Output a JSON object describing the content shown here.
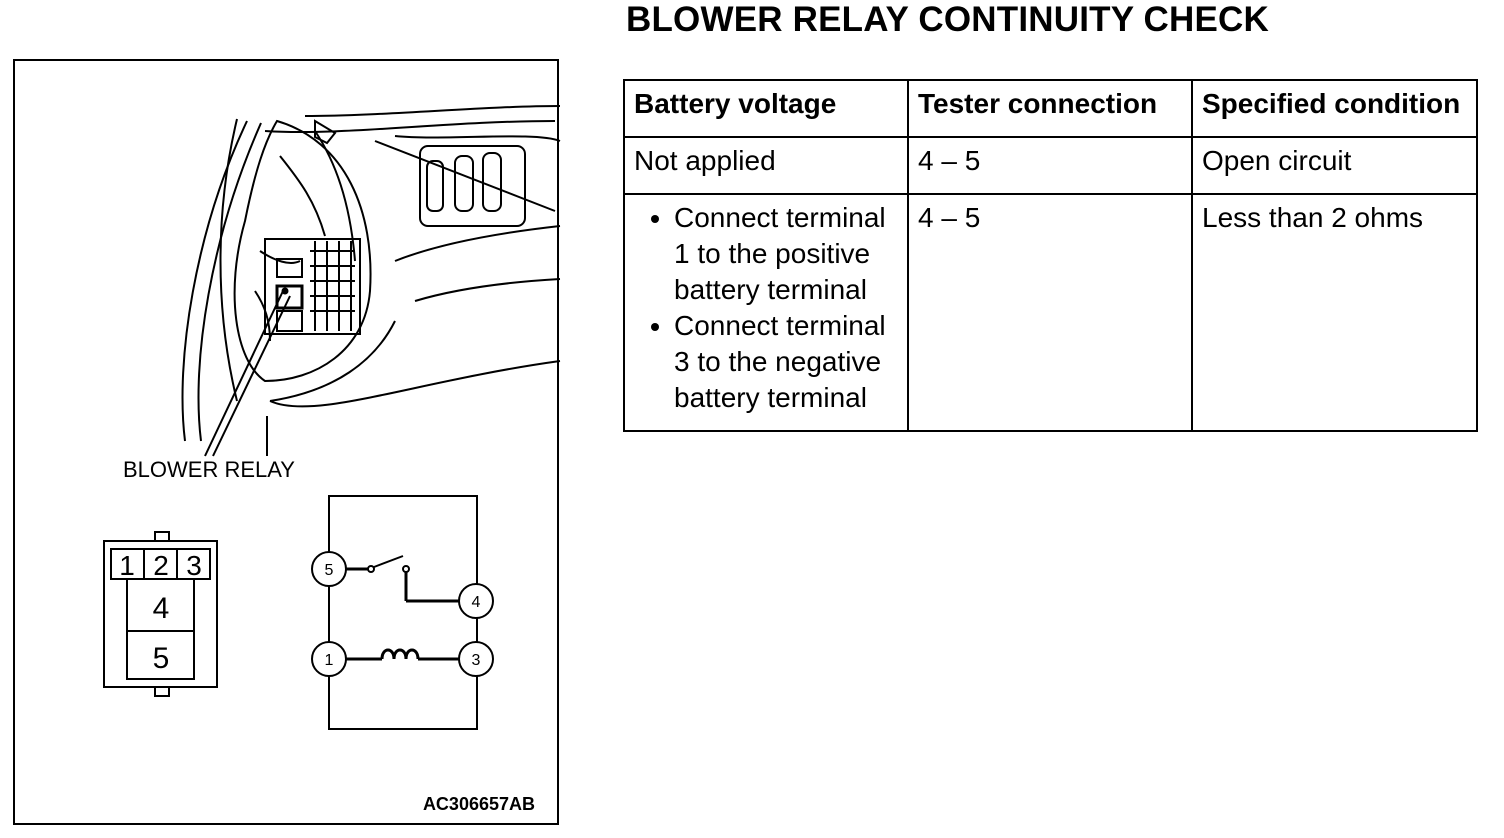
{
  "title": "BLOWER RELAY CONTINUITY CHECK",
  "figure": {
    "callout_label": "BLOWER RELAY",
    "code": "AC306657AB",
    "connector": {
      "top_row": [
        "1",
        "2",
        "3"
      ],
      "mid": "4",
      "bottom": "5"
    },
    "schematic": {
      "terminals": [
        "5",
        "4",
        "1",
        "3"
      ],
      "elements": [
        "switch-contact",
        "coil"
      ]
    }
  },
  "table": {
    "headers": [
      "Battery voltage",
      "Tester connection",
      "Specified condition"
    ],
    "rows": [
      {
        "battery_voltage": "Not applied",
        "tester_connection": "4 – 5",
        "specified_condition": "Open circuit"
      },
      {
        "battery_voltage_items": [
          "Connect terminal 1 to the positive battery terminal",
          "Connect terminal 3 to the negative battery terminal"
        ],
        "tester_connection": "4 – 5",
        "specified_condition": "Less than 2 ohms"
      }
    ]
  }
}
